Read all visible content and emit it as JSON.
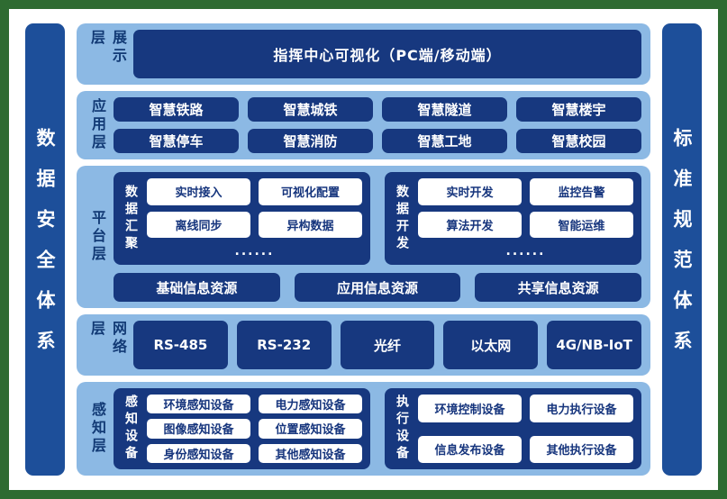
{
  "pillars": {
    "left": "数据安全体系",
    "right": "标准规范体系"
  },
  "layers": {
    "display": {
      "label": "展示层",
      "box": "指挥中心可视化（PC端/移动端）"
    },
    "application": {
      "label": "应用层",
      "items": [
        "智慧铁路",
        "智慧城铁",
        "智慧隧道",
        "智慧楼宇",
        "智慧停车",
        "智慧消防",
        "智慧工地",
        "智慧校园"
      ]
    },
    "platform": {
      "label": "平台层",
      "groups": [
        {
          "title": "数据汇聚",
          "items": [
            "实时接入",
            "可视化配置",
            "离线同步",
            "异构数据"
          ],
          "more": "......"
        },
        {
          "title": "数据开发",
          "items": [
            "实时开发",
            "监控告警",
            "算法开发",
            "智能运维"
          ],
          "more": "......"
        }
      ],
      "resources": [
        "基础信息资源",
        "应用信息资源",
        "共享信息资源"
      ]
    },
    "network": {
      "label": "网络层",
      "items": [
        "RS-485",
        "RS-232",
        "光纤",
        "以太网",
        "4G/NB-IoT"
      ]
    },
    "perception": {
      "label": "感知层",
      "groups": [
        {
          "title": "感知设备",
          "items": [
            "环境感知设备",
            "电力感知设备",
            "图像感知设备",
            "位置感知设备",
            "身份感知设备",
            "其他感知设备"
          ]
        },
        {
          "title": "执行设备",
          "items": [
            "环境控制设备",
            "电力执行设备",
            "信息发布设备",
            "其他执行设备"
          ]
        }
      ]
    }
  },
  "colors": {
    "frame_green": "#2e6b31",
    "layer_light_blue": "#8cb9e4",
    "pillar_blue": "#1d4f9a",
    "box_navy": "#17387f",
    "label_blue": "#123a75"
  }
}
